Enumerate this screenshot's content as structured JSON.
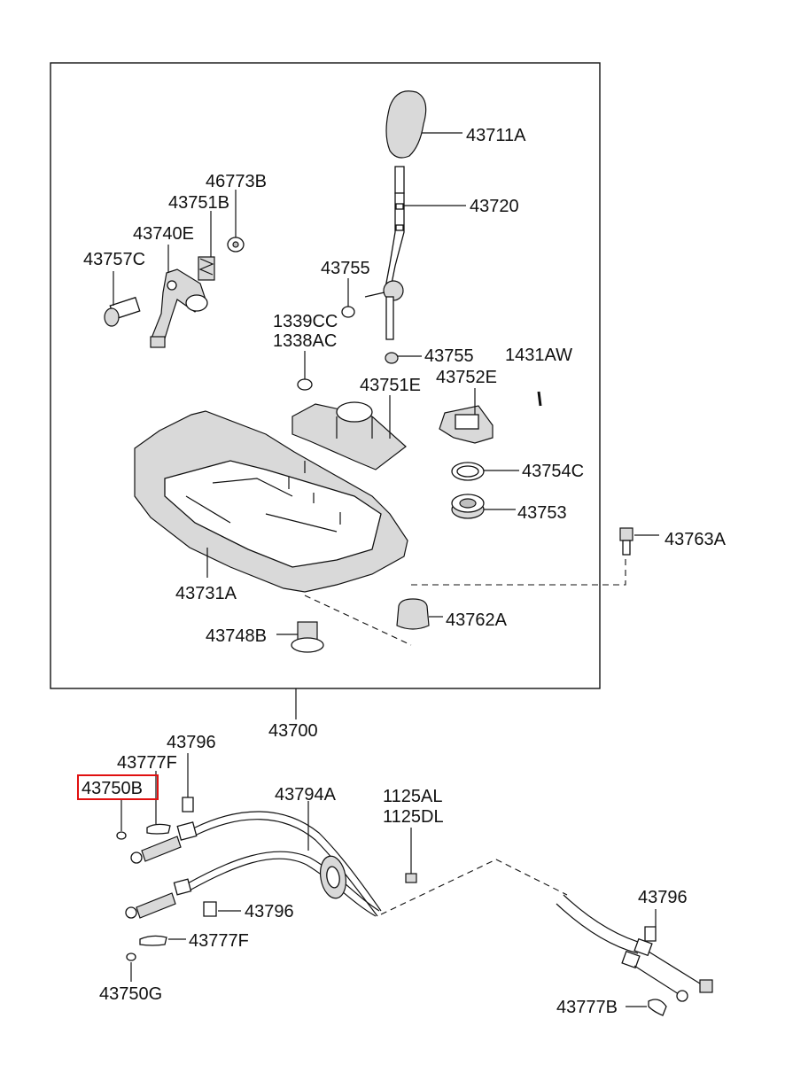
{
  "diagram": {
    "labels": {
      "p43711A": "43711A",
      "p43720": "43720",
      "p46773B": "46773B",
      "p43751B": "43751B",
      "p43740E": "43740E",
      "p43757C": "43757C",
      "p43755a": "43755",
      "p1339CC": "1339CC",
      "p1338AC": "1338AC",
      "p43755b": "43755",
      "p1431AW": "1431AW",
      "p43751E": "43751E",
      "p43752E": "43752E",
      "p43754C": "43754C",
      "p43753": "43753",
      "p43763A": "43763A",
      "p43731A": "43731A",
      "p43762A": "43762A",
      "p43748B": "43748B",
      "p43700": "43700",
      "p43796a": "43796",
      "p43777Fa": "43777F",
      "p43750B": "43750B",
      "p43794A": "43794A",
      "p1125AL": "1125AL",
      "p1125DL": "1125DL",
      "p43796b": "43796",
      "p43777Fb": "43777F",
      "p43750G": "43750G",
      "p43796c": "43796",
      "p43777B": "43777B"
    },
    "highlighted_part": "43750B",
    "highlight_color": "#e01010",
    "line_color": "#111111"
  }
}
